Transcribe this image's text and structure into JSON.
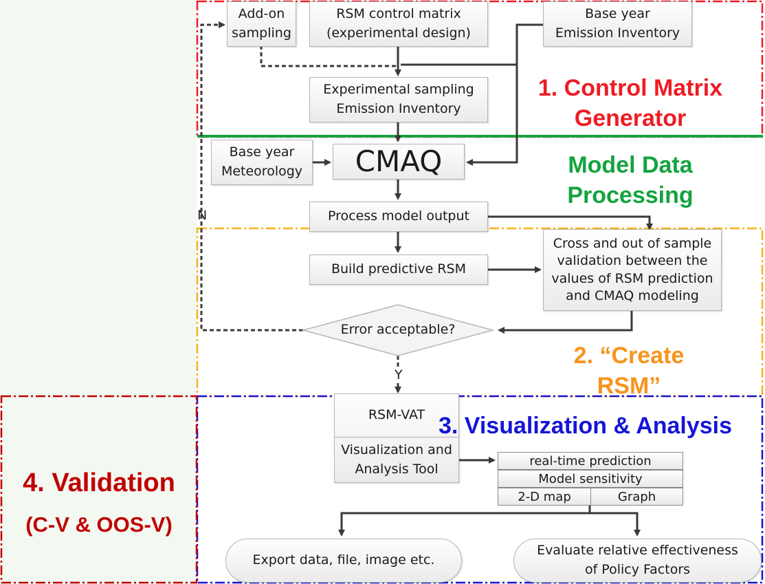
{
  "boxes": {
    "addon": [
      "Add-on",
      "sampling"
    ],
    "rsm_matrix": [
      "RSM control matrix",
      "(experimental design)"
    ],
    "base_emission": [
      "Base year",
      "Emission Inventory"
    ],
    "exp_emission": [
      "Experimental sampling",
      "Emission Inventory"
    ],
    "base_met": [
      "Base year",
      "Meteorology"
    ],
    "cmaq": "CMAQ",
    "process_output": "Process model output",
    "build_rsm": "Build predictive RSM",
    "validation": [
      "Cross and out of sample",
      "validation between the",
      "values of RSM prediction",
      "and CMAQ modeling"
    ],
    "error_diamond": "Error acceptable?",
    "rsm_vat_title": "RSM-VAT",
    "rsm_vat_sub": [
      "Visualization and",
      "Analysis Tool"
    ],
    "tool_realtime": "real-time prediction",
    "tool_sensitivity": "Model sensitivity",
    "tool_map": "2-D map",
    "tool_graph": "Graph",
    "export": "Export data, file, image etc.",
    "evaluate": [
      "Evaluate relative effectiveness",
      "of Policy Factors"
    ]
  },
  "branch_labels": {
    "no": "N",
    "yes": "Y"
  },
  "sections": {
    "s1": [
      "1. Control Matrix",
      "Generator"
    ],
    "s_model": [
      "Model Data",
      "Processing"
    ],
    "s2": [
      "2. “Create",
      "RSM”"
    ],
    "s3": "3. Visualization & Analysis",
    "s4_title": "4. Validation",
    "s4_sub": "(C-V & OOS-V)"
  },
  "colors": {
    "section1": "#ee1c24",
    "section_model": "#14a33f",
    "section2": "#f7941d",
    "section3": "#1515d8",
    "section4": "#c00000",
    "arrow": "#3a3a3a",
    "left_background": "#f3f8f1"
  }
}
